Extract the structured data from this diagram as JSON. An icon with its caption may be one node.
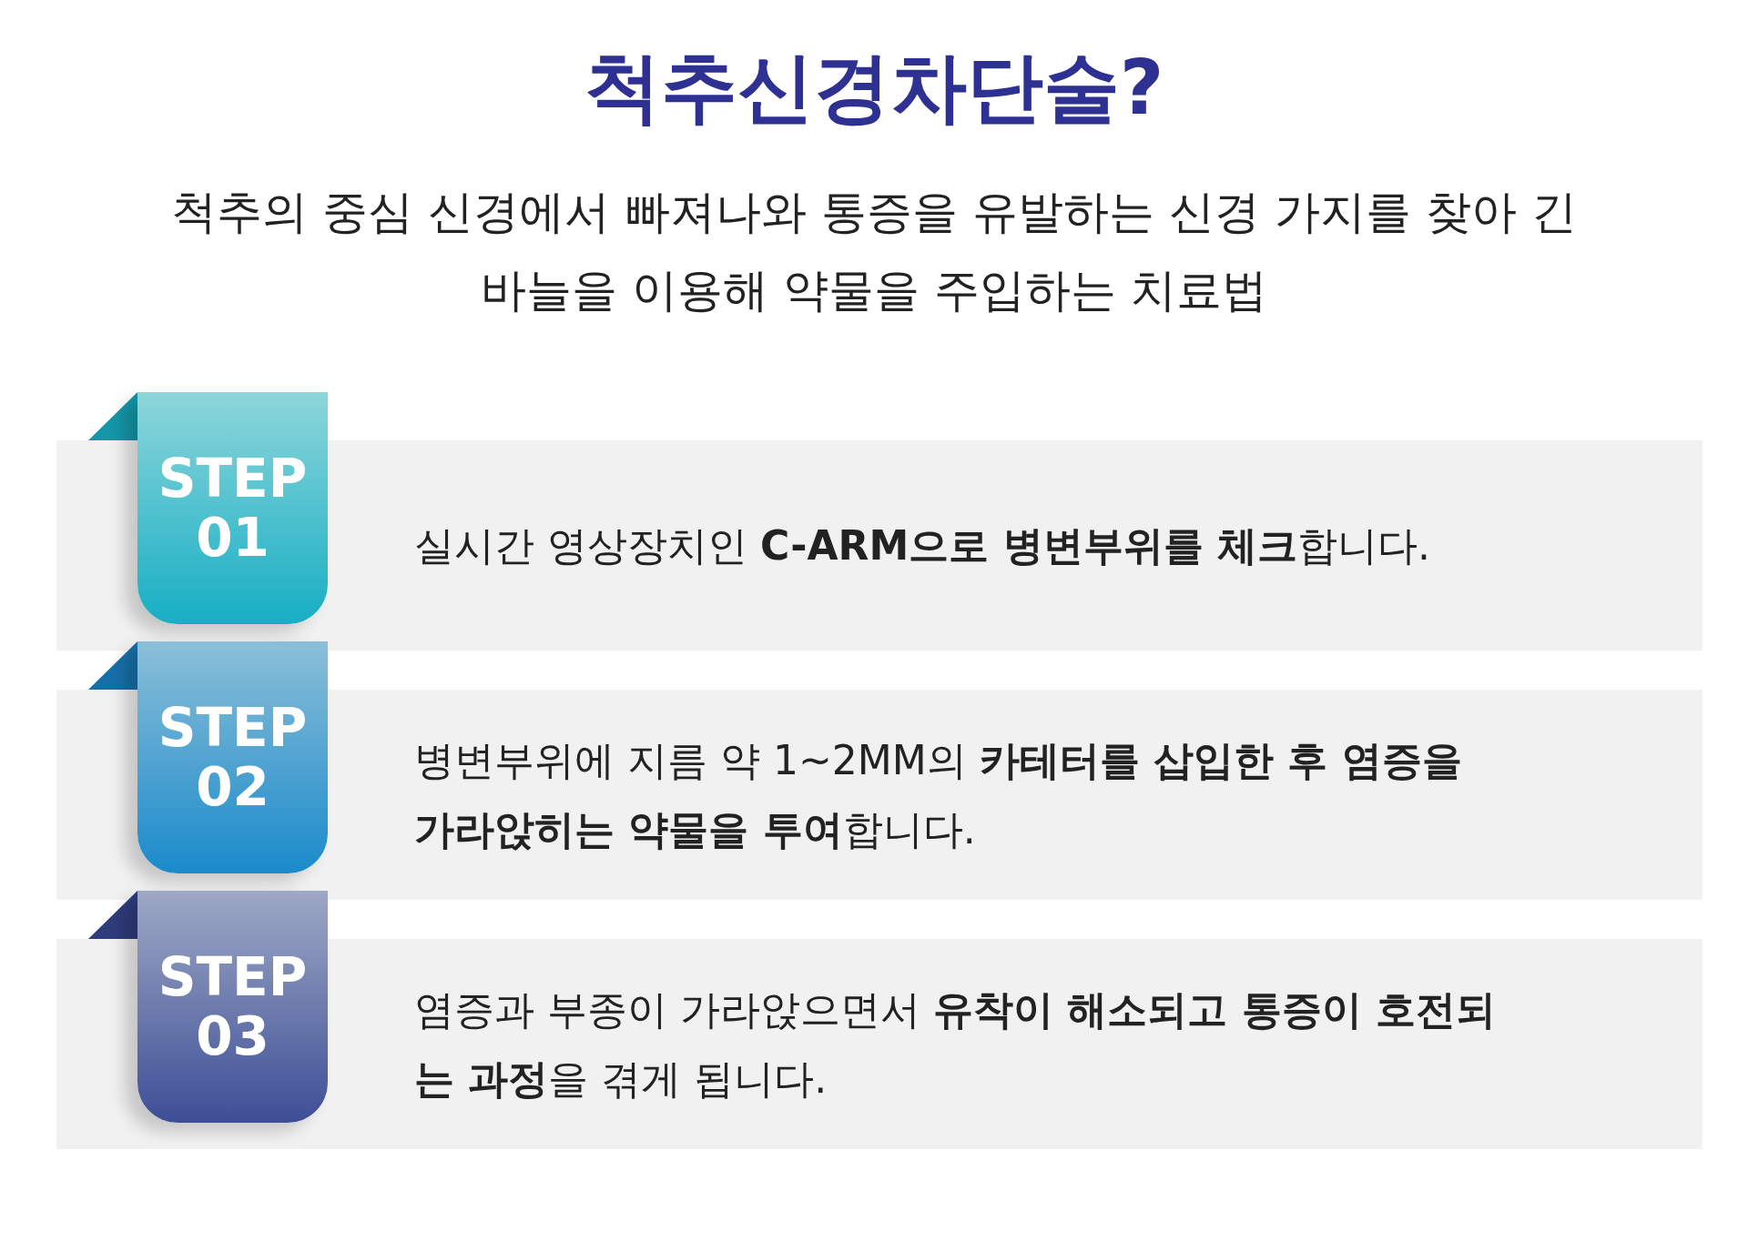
{
  "diagram": {
    "title": "척추신경차단술?",
    "nodes": [
      {
        "text": [
          "STEP 01",
          "실시간 영상장치인 **C-ARM으로 병변부위를 체크**합니다."
        ]
      },
      {
        "text": [
          "STEP 02",
          "병변부위에 지름 약 1~2MM의 **카테터를 삽입한 후 염증을 가라앉히는 약물을 투여**합니다."
        ]
      },
      {
        "text": [
          "STEP 03",
          "염증과 부종이 가라앉으면서 **유착이 해소되고 통증이 호전되는 과정**을 겪게 됩니다."
        ]
      }
    ],
    "edges": [],
    "labels": [
      "척추의 중심 신경에서 빠져나와 통증을 유발하는 신경 가지를 찾아 긴 바늘을 이용해 약물을 주입하는 치료법"
    ]
  }
}
